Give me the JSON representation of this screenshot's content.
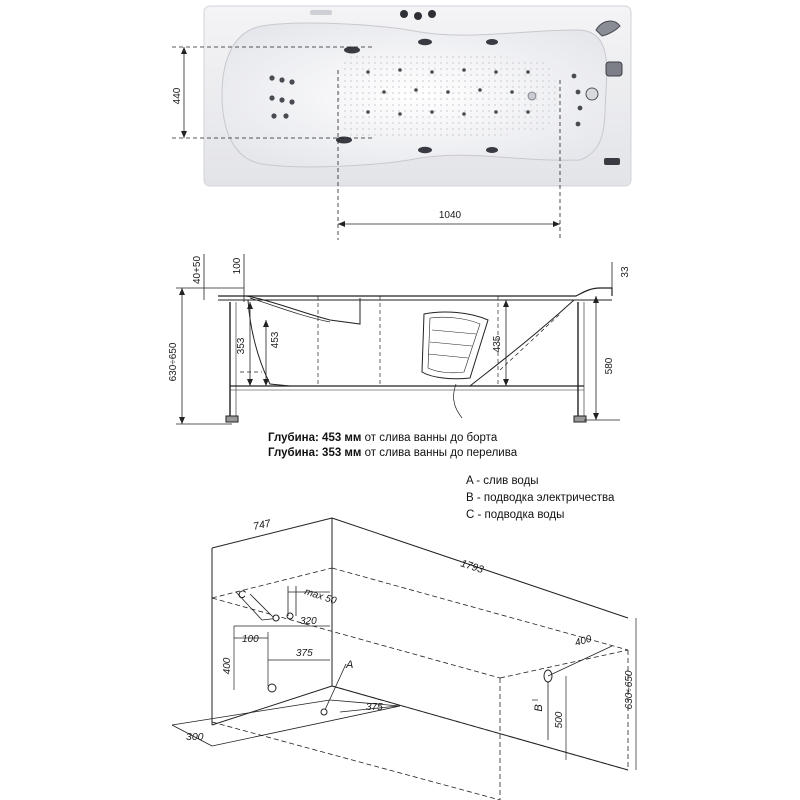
{
  "top_view": {
    "dim_width": "440",
    "dim_length": "1040"
  },
  "side_view": {
    "dim_rim": "40+50",
    "dim_top": "100",
    "dim_edge": "33",
    "dim_height": "630÷650",
    "dim_overflow": "353",
    "dim_depth": "453",
    "dim_seat": "435",
    "dim_frame": "580"
  },
  "depth_notes": [
    {
      "label": "Глубина:",
      "value": "453 мм",
      "text": "от слива ванны до борта"
    },
    {
      "label": "Глубина:",
      "value": "353 мм",
      "text": "от слива ванны до перелива"
    }
  ],
  "legend": [
    "A - слив воды",
    "B - подводка электричества",
    "C - подводка воды"
  ],
  "install_view": {
    "dim_width": "747",
    "dim_length": "1793",
    "dim_max": "max 50",
    "dim_320": "320",
    "dim_100": "100",
    "dim_375_a": "375",
    "dim_400_left": "400",
    "dim_375_b": "375",
    "dim_300": "300",
    "dim_400_right": "400",
    "dim_500": "500",
    "dim_height": "630÷650",
    "mark_a": "A",
    "mark_b": "B",
    "mark_c": "C"
  }
}
